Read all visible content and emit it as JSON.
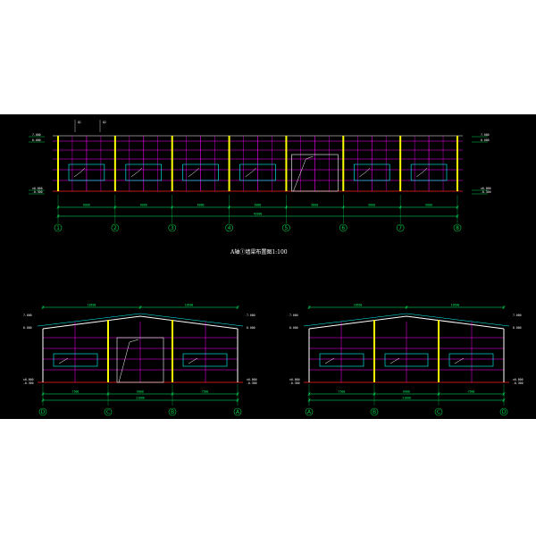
{
  "colors": {
    "background": "#000000",
    "column": "#ffff00",
    "girt": "#ff00ff",
    "frame": "#ffffff",
    "purlin_cyan": "#00ffff",
    "window": "#00ffff",
    "ground": "#ff2020",
    "dimension": "#00ff66",
    "axis": "#00cc44",
    "text": "#ffffff"
  },
  "long_elevation": {
    "title": "A轴Ⓘ墙梁布置图1:100",
    "axis_labels": [
      "1",
      "2",
      "3",
      "4",
      "5",
      "6",
      "7",
      "8"
    ],
    "bay_dims": [
      "6000",
      "6000",
      "6000",
      "6000",
      "6000",
      "6000",
      "6000"
    ],
    "total_dim": "42000",
    "level_labels": [
      "7.000",
      "6.000",
      "±0.000",
      "-0.300"
    ],
    "callouts": [
      "Q1",
      "Q2"
    ]
  },
  "gable_left": {
    "axis_labels": [
      "D",
      "C",
      "B",
      "A"
    ],
    "bay_dims": [
      "7500",
      "6000",
      "7500"
    ],
    "total_dim": "21000",
    "top_dims": [
      "10500",
      "10500"
    ],
    "level_labels": [
      "7.000",
      "6.000",
      "±0.000",
      "-0.300"
    ]
  },
  "gable_right": {
    "axis_labels": [
      "A",
      "B",
      "C",
      "D"
    ],
    "bay_dims": [
      "7500",
      "6000",
      "7500"
    ],
    "total_dim": "21000",
    "top_dims": [
      "10500",
      "10500"
    ],
    "level_labels": [
      "7.000",
      "6.000",
      "±0.000",
      "-0.300"
    ]
  }
}
